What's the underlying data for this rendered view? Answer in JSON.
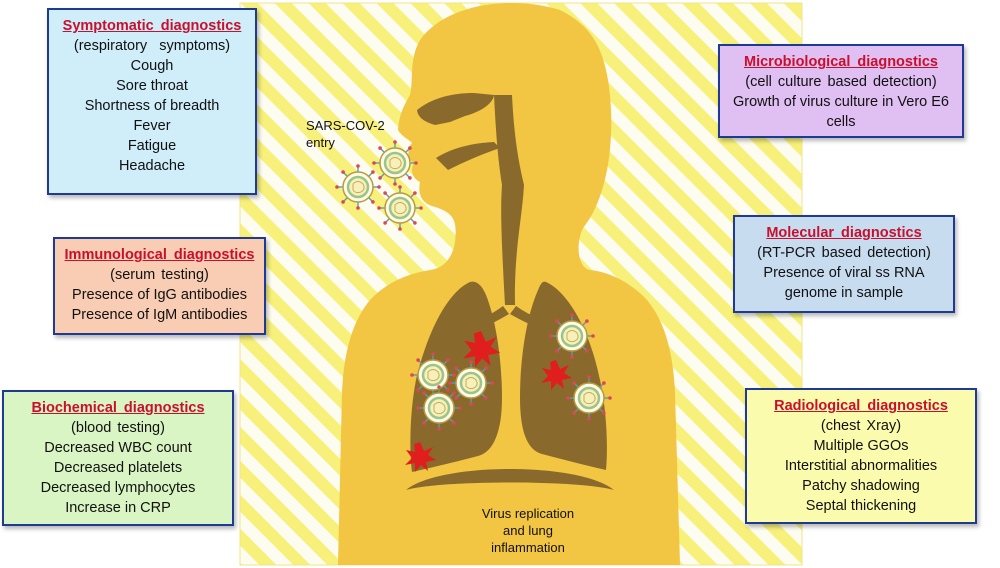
{
  "colors": {
    "hatch_yellow": "#f7f07a",
    "body_fill": "#f2c542",
    "airway_fill": "#8a6a2c",
    "title_red": "#c8102e",
    "border_blue": "#1f3a93",
    "virus_red": "#e01e1e"
  },
  "labels": {
    "entry": "SARS-COV-2 entry",
    "replication": "Virus replication and lung inflammation"
  },
  "boxes": {
    "symptomatic": {
      "title": "Symptomatic diagnostics",
      "subtitle": "(respiratory  symptoms)",
      "items": [
        "Cough",
        "Sore throat",
        "Shortness of breadth",
        "Fever",
        "Fatigue",
        "Headache"
      ]
    },
    "immunological": {
      "title": "Immunological diagnostics",
      "subtitle": "(serum testing)",
      "items": [
        "Presence of IgG antibodies",
        "Presence of IgM antibodies"
      ]
    },
    "biochemical": {
      "title": "Biochemical diagnostics",
      "subtitle": "(blood testing)",
      "items": [
        "Decreased WBC count",
        "Decreased platelets",
        "Decreased lymphocytes",
        "Increase in CRP"
      ]
    },
    "microbiological": {
      "title": "Microbiological diagnostics",
      "subtitle": "(cell culture based detection)",
      "items": [
        "Growth of virus culture in Vero E6 cells"
      ]
    },
    "molecular": {
      "title": "Molecular diagnostics",
      "subtitle": "(RT-PCR based detection)",
      "items": [
        "Presence of viral ss RNA genome in sample"
      ]
    },
    "radiological": {
      "title": "Radiological diagnostics",
      "subtitle": "(chest Xray)",
      "items": [
        "Multiple GGOs",
        "Interstitial abnormalities",
        "Patchy shadowing",
        "Septal thickening"
      ]
    }
  }
}
